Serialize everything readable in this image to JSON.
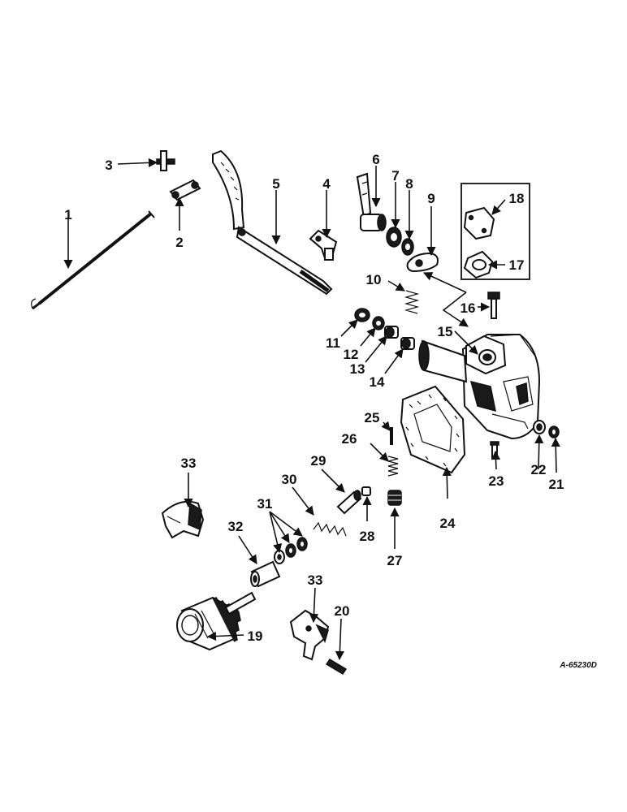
{
  "diagram": {
    "drawing_code": "A-65230D",
    "callouts": [
      "1",
      "2",
      "3",
      "4",
      "5",
      "6",
      "7",
      "8",
      "9",
      "10",
      "11",
      "12",
      "13",
      "14",
      "15",
      "16",
      "17",
      "18",
      "19",
      "20",
      "21",
      "22",
      "23",
      "24",
      "25",
      "26",
      "27",
      "28",
      "29",
      "30",
      "31",
      "32",
      "33",
      "33"
    ]
  }
}
